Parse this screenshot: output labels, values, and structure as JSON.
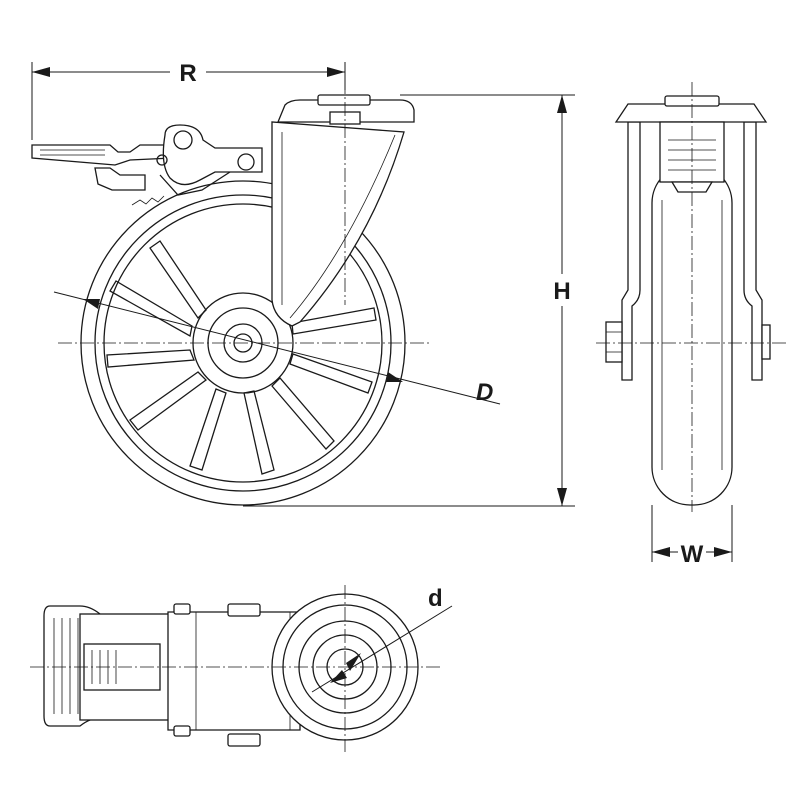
{
  "dimension_labels": {
    "R": "R",
    "H": "H",
    "D": "D",
    "W": "W",
    "d": "d"
  },
  "line_color": "#1a1a1a",
  "background_color": "#ffffff"
}
